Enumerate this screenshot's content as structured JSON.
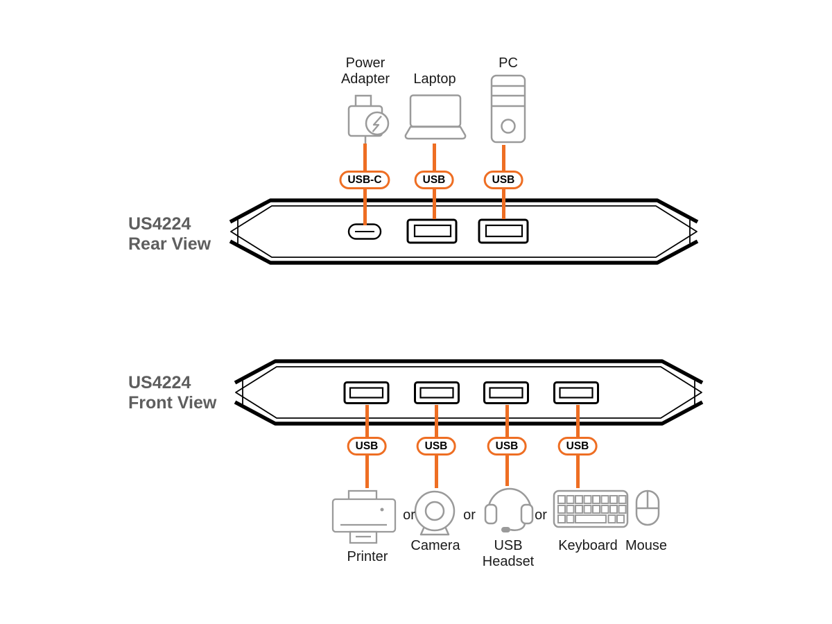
{
  "title": "US4224 connection diagram",
  "colors": {
    "accent_orange": "#EE6E23",
    "icon_gray": "#9A9A9A",
    "outline_black": "#000000",
    "section_label_gray": "#5E5E5E",
    "text_dark": "#1A1A1A"
  },
  "rear": {
    "section_label": "US4224\nRear View",
    "sources": [
      {
        "label": "Power\nAdapter",
        "badge": "USB-C",
        "icon": "power-adapter-icon"
      },
      {
        "label": "Laptop",
        "badge": "USB",
        "icon": "laptop-icon"
      },
      {
        "label": "PC",
        "badge": "USB",
        "icon": "pc-icon"
      }
    ]
  },
  "front": {
    "section_label": "US4224\nFront View",
    "badges": [
      "USB",
      "USB",
      "USB",
      "USB"
    ],
    "separator": "or",
    "peripherals": [
      {
        "label": "Printer",
        "icon": "printer-icon"
      },
      {
        "label": "Camera",
        "icon": "camera-icon"
      },
      {
        "label": "USB\nHeadset",
        "icon": "usb-headset-icon"
      },
      {
        "label": "Keyboard",
        "icon": "keyboard-icon"
      },
      {
        "label": "Mouse",
        "icon": "mouse-icon"
      }
    ]
  }
}
